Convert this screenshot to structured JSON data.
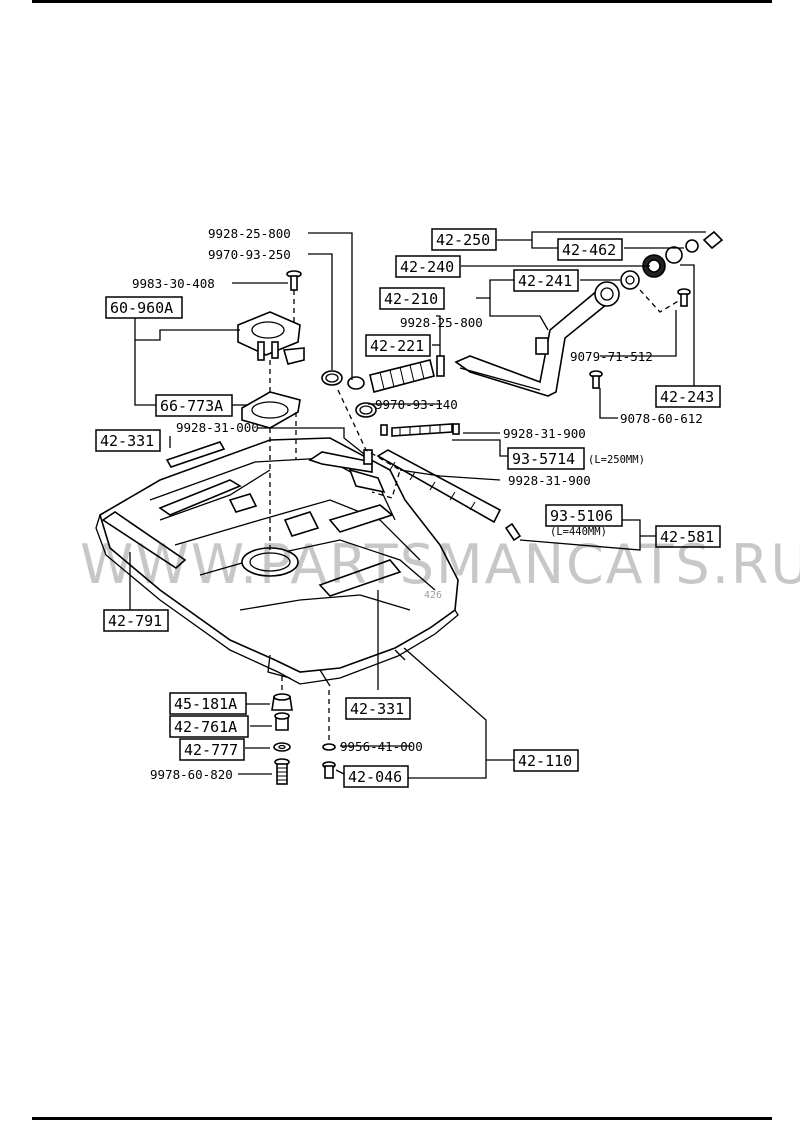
{
  "watermark": "WWW.PARTSMANCATS.RU",
  "image_code": "426",
  "labels": {
    "l9928_25_800_top": "9928-25-800",
    "l9970_93_250": "9970-93-250",
    "l9983_30_408": "9983-30-408",
    "l60_960A": "60-960A",
    "l66_773A": "66-773A",
    "l42_331_left": "42-331",
    "l9928_31_000": "9928-31-000",
    "l42_250": "42-250",
    "l42_462": "42-462",
    "l42_240": "42-240",
    "l42_241": "42-241",
    "l42_210": "42-210",
    "l9928_25_800_mid": "9928-25-800",
    "l42_221": "42-221",
    "l9079_71_512": "9079-71-512",
    "l42_243": "42-243",
    "l9970_93_140": "9970-93-140",
    "l9078_60_612": "9078-60-612",
    "l9928_31_900_a": "9928-31-900",
    "l93_5714": "93-5714",
    "l93_5714_note": "(L=250MM)",
    "l9928_31_900_b": "9928-31-900",
    "l93_5106": "93-5106",
    "l93_5106_note": "(L=440MM)",
    "l42_581": "42-581",
    "l42_791": "42-791",
    "l42_331_bottom": "42-331",
    "l45_181A": "45-181A",
    "l42_761A": "42-761A",
    "l42_777": "42-777",
    "l9978_60_820": "9978-60-820",
    "l9956_41_000": "9956-41-000",
    "l42_046": "42-046",
    "l42_110": "42-110"
  }
}
